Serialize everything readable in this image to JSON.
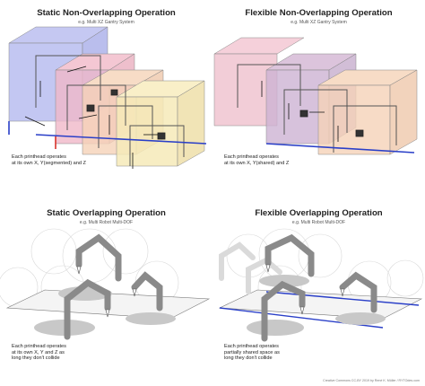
{
  "panels": [
    {
      "title": "Static Non-Overlapping Operation",
      "subtitle": "e.g. Multi XZ Gantry System",
      "description": [
        "Each printhead operates",
        "at its own X, Y(segmented) and Z"
      ]
    },
    {
      "title": "Flexible Non-Overlapping Operation",
      "subtitle": "e.g. Multi XZ Gantry System",
      "description": [
        "Each printhead operates",
        "at its own X, Y(shared) and Z"
      ]
    },
    {
      "title": "Static Overlapping Operation",
      "subtitle": "e.g. Multi Robot Multi-DOF",
      "description": [
        "Each printhead operates",
        "at its own X, Y and Z as",
        "long they don't collide"
      ]
    },
    {
      "title": "Flexible Overlapping Operation",
      "subtitle": "e.g. Multi Robot Multi-DOF",
      "description": [
        "Each printhead operates",
        "partially shared space as",
        "long they don't collide"
      ]
    }
  ],
  "credit": "Creative Commons CC-BY 2019 by René K. Müller / RYTOdes.com",
  "colors": {
    "zone_blue": "#b9bdf0",
    "zone_pink": "#f0b8c8",
    "zone_peach": "#f5d2b8",
    "zone_yellow": "#f6eab8",
    "rail_blue": "#2a3fc8",
    "rail_red": "#d8322a",
    "arm_gray": "#8a8a8a",
    "shadow_gray": "#c8c8c8"
  }
}
